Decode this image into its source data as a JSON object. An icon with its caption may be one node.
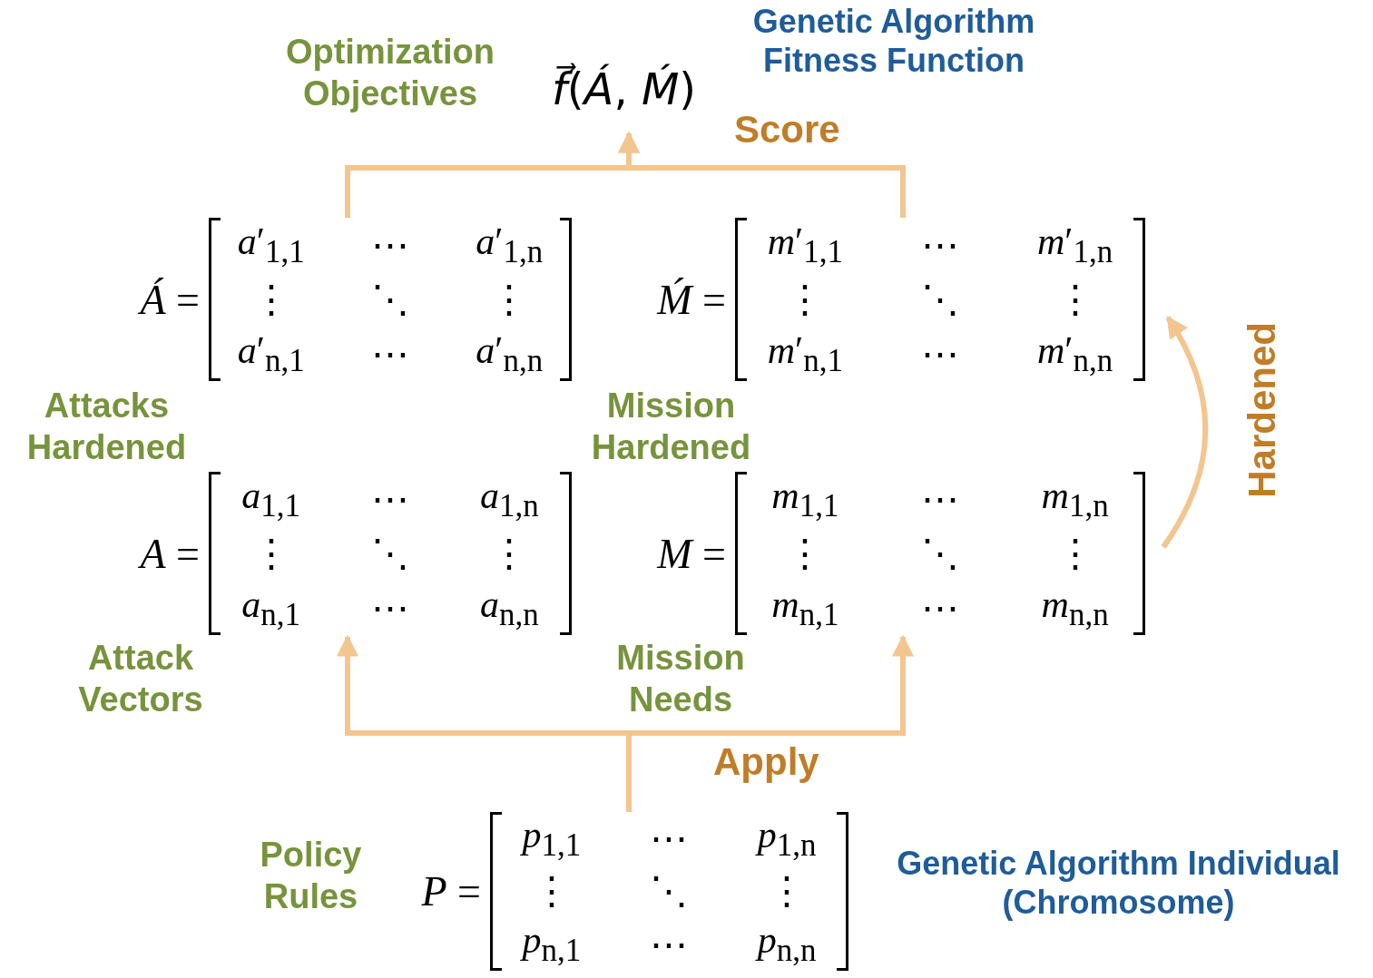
{
  "diagram": {
    "nodes": [
      {
        "text": [
          "*f⃗*(*Á*, *Ḿ*)"
        ],
        "beside": [
          "Optimization Objectives",
          "Genetic Algorithm Fitness Function"
        ]
      },
      {
        "text": [
          "*Á* =",
          "*a*′$_{1,1}$",
          "⋯",
          "*a*′$_{1,n}$",
          "⋮",
          "⋱",
          "⋮",
          "*a*′$_{n,1}$",
          "⋯",
          "*a*′$_{n,n}$"
        ],
        "beside": [
          "Attacks Hardened"
        ]
      },
      {
        "text": [
          "*Ḿ* =",
          "*m*′$_{1,1}$",
          "⋯",
          "*m*′$_{1,n}$",
          "⋮",
          "⋱",
          "⋮",
          "*m*′$_{n,1}$",
          "⋯",
          "*m*′$_{n,n}$"
        ],
        "beside": [
          "Mission Hardened"
        ]
      },
      {
        "text": [
          "*A* =",
          "*a*$_{1,1}$",
          "⋯",
          "*a*$_{1,n}$",
          "⋮",
          "⋱",
          "⋮",
          "*a*$_{n,1}$",
          "⋯",
          "*a*$_{n,n}$"
        ],
        "beside": [
          "Attack Vectors"
        ]
      },
      {
        "text": [
          "*M* =",
          "*m*$_{1,1}$",
          "⋯",
          "*m*$_{1,n}$",
          "⋮",
          "⋱",
          "⋮",
          "*m*$_{n,1}$",
          "⋯",
          "*m*$_{n,n}$"
        ],
        "beside": [
          "Mission Needs"
        ]
      },
      {
        "text": [
          "*P* =",
          "*p*$_{1,1}$",
          "⋯",
          "*p*$_{1,n}$",
          "⋮",
          "⋱",
          "⋮",
          "*p*$_{n,1}$",
          "⋯",
          "*p*$_{n,n}$"
        ],
        "beside": [
          "Policy Rules",
          "Genetic Algorithm Individual (Chromosome)"
        ]
      }
    ],
    "edges": [
      {
        "from": 1,
        "to": 0,
        "arrow": "to"
      },
      {
        "from": 2,
        "to": 0,
        "arrow": "to",
        "label": "Score"
      },
      {
        "from": 5,
        "to": 3,
        "arrow": "to"
      },
      {
        "from": 5,
        "to": 4,
        "arrow": "to",
        "label": "Apply"
      },
      {
        "from": 4,
        "to": 2,
        "arrow": "to",
        "label": "Hardened"
      }
    ]
  }
}
